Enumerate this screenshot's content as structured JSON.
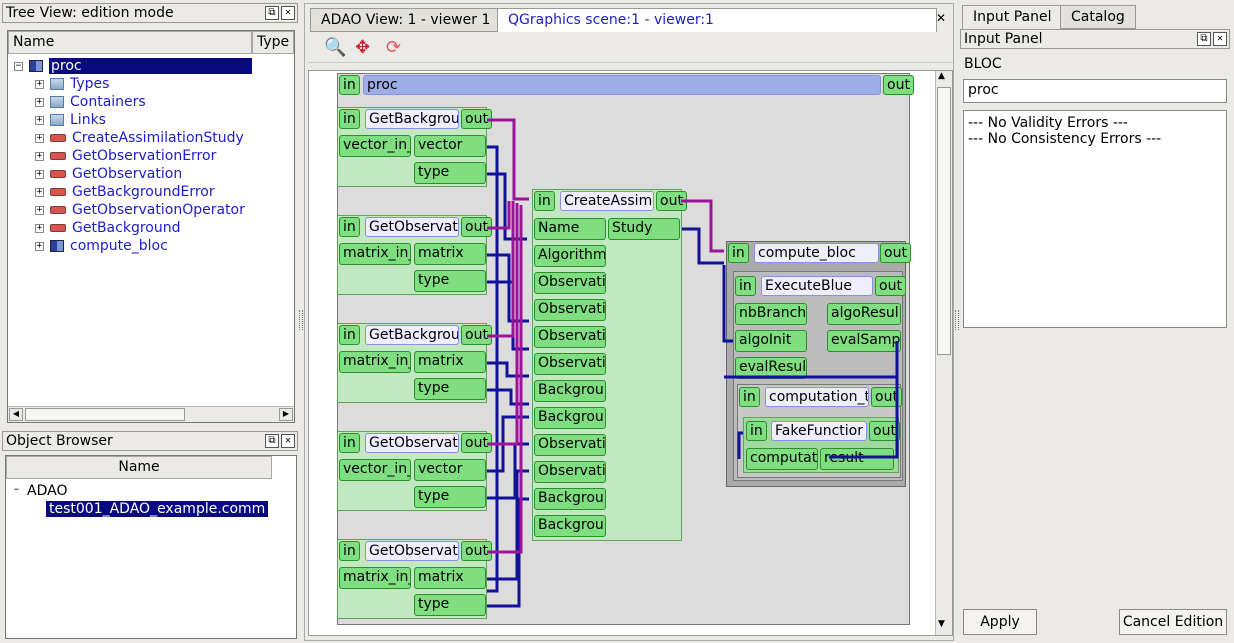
{
  "tree_view": {
    "title": "Tree View: edition mode",
    "col_name": "Name",
    "col_type": "Type",
    "root": "proc",
    "items": [
      {
        "label": "Types",
        "icon": "book-icon"
      },
      {
        "label": "Containers",
        "icon": "book-icon"
      },
      {
        "label": "Links",
        "icon": "book-icon"
      },
      {
        "label": "CreateAssimilationStudy",
        "icon": "port-icon"
      },
      {
        "label": "GetObservationError",
        "icon": "port-icon"
      },
      {
        "label": "GetObservation",
        "icon": "port-icon"
      },
      {
        "label": "GetBackgroundError",
        "icon": "port-icon"
      },
      {
        "label": "GetObservationOperator",
        "icon": "port-icon"
      },
      {
        "label": "GetBackground",
        "icon": "port-icon"
      },
      {
        "label": "compute_bloc",
        "icon": "bloc-icon"
      }
    ]
  },
  "object_browser": {
    "title": "Object Browser",
    "col_name": "Name",
    "root": "ADAO",
    "child": "test001_ADAO_example.comm"
  },
  "viewer": {
    "tab1": "ADAO View: 1 - viewer 1",
    "tab2": "QGraphics scene:1 - viewer:1"
  },
  "scene": {
    "in": "in",
    "out": "out",
    "proc": "proc",
    "nodes": [
      {
        "name": "GetBackgrou",
        "port_in": "vector_in_",
        "port_out1": "vector",
        "port_out2": "type"
      },
      {
        "name": "GetObservat",
        "port_in": "matrix_in_",
        "port_out1": "matrix",
        "port_out2": "type"
      },
      {
        "name": "GetBackgrou",
        "port_in": "matrix_in_",
        "port_out1": "matrix",
        "port_out2": "type"
      },
      {
        "name": "GetObservat",
        "port_in": "vector_in_",
        "port_out1": "vector",
        "port_out2": "type"
      },
      {
        "name": "GetObservat",
        "port_in": "matrix_in_",
        "port_out1": "matrix",
        "port_out2": "type"
      }
    ],
    "create": {
      "name": "CreateAssim",
      "ports_in": [
        "Name",
        "Algorithm",
        "Observati",
        "Observati",
        "Observati",
        "Observati",
        "Backgrou",
        "Backgrou",
        "Observati",
        "Observati",
        "Backgrou",
        "Backgrou"
      ],
      "port_out": "Study"
    },
    "compute_bloc": {
      "name": "compute_bloc",
      "execute": {
        "name": "ExecuteBlue",
        "ports_in": [
          "nbBranch",
          "algoInit",
          "evalResul"
        ],
        "ports_out": [
          "algoResul",
          "evalSamp"
        ]
      },
      "computation": {
        "name": "computation_t",
        "fake": {
          "name": "FakeFunctior",
          "port_in": "computat",
          "port_out": "result"
        }
      }
    }
  },
  "input_panel": {
    "tab1": "Input Panel",
    "tab2": "Catalog",
    "title": "Input Panel",
    "type_label": "BLOC",
    "name_value": "proc",
    "messages": [
      "--- No Validity Errors ---",
      "--- No Consistency Errors ---"
    ],
    "apply": "Apply",
    "cancel": "Cancel Edition"
  }
}
